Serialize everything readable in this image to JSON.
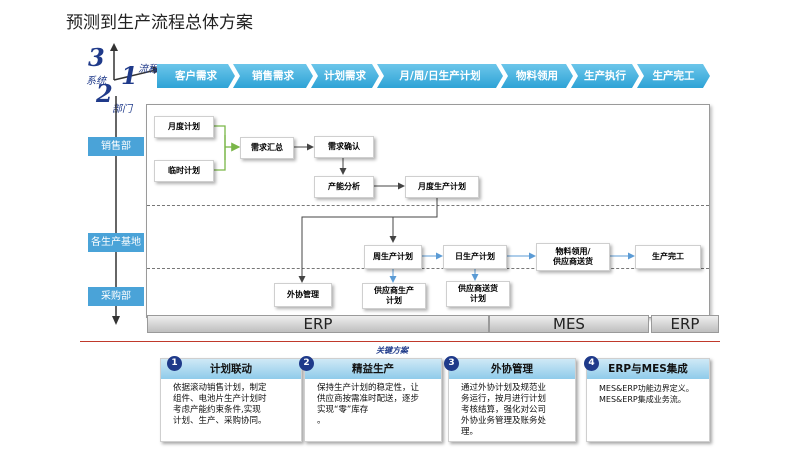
{
  "title": "预测到生产流程总体方案",
  "axes": {
    "system": {
      "num": "3",
      "label": "系统"
    },
    "process": {
      "num": "1",
      "label": "流程"
    },
    "dept": {
      "num": "2",
      "label": "部门"
    }
  },
  "process_steps": [
    "客户需求",
    "销售需求",
    "计划需求",
    "月/周/日生产计划",
    "物料领用",
    "生产执行",
    "生产完工"
  ],
  "departments": [
    "销售部",
    "各生产基地",
    "采购部"
  ],
  "boxes": {
    "monthly_plan": "月度计划",
    "temp_plan": "临时计划",
    "demand_summary": "需求汇总",
    "demand_confirm": "需求确认",
    "capacity_analysis": "产能分析",
    "monthly_prod_plan": "月度生产计划",
    "weekly_plan": "周生产计划",
    "daily_plan": "日生产计划",
    "material_l1": "物料领用/",
    "material_l2": "供应商送货",
    "prod_complete": "生产完工",
    "outsourcing": "外协管理",
    "supplier_prod_l1": "供应商生产",
    "supplier_prod_l2": "计划",
    "supplier_delivery_l1": "供应商送货",
    "supplier_delivery_l2": "计划"
  },
  "systems": [
    "ERP",
    "MES",
    "ERP"
  ],
  "key_solutions_title": "关键方案",
  "cards": [
    {
      "num": "1",
      "title": "计划联动",
      "lines": [
        "依据滚动销售计划，制定",
        "组件、电池片生产计划时",
        "考虑产能约束条件,实现",
        "计划、生产、采购协同。"
      ]
    },
    {
      "num": "2",
      "title": "精益生产",
      "lines": [
        "保持生产计划的稳定性，让",
        "供应商按需准时配送，逐步",
        "实现“零”库存",
        "。"
      ]
    },
    {
      "num": "3",
      "title": "外协管理",
      "lines": [
        "通过外协计划及规范业",
        "务运行，按月进行计划",
        "考核结算，强化对公司",
        "外协业务管理及账务处",
        "理。"
      ]
    },
    {
      "num": "4",
      "title": "ERP与MES集成",
      "lines": [
        "MES&ERP功能边界定义。",
        "MES&ERP集成业务流。"
      ]
    }
  ],
  "colors": {
    "chevron": "#2ea3d6",
    "dept": "#4aa3d8",
    "accent": "#1f3a8a",
    "divider": "#c0392b"
  }
}
